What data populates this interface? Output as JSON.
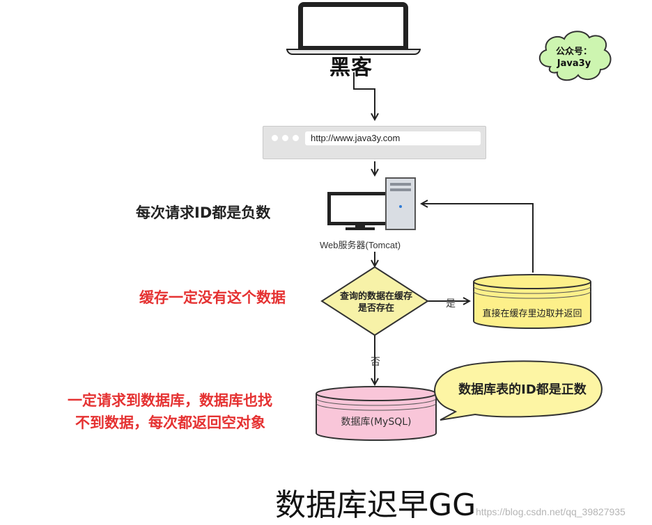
{
  "hacker_label": "黑客",
  "cloud_badge": {
    "line1": "公众号：",
    "line2": "Java3y"
  },
  "browser": {
    "url": "http://www.java3y.com"
  },
  "server": {
    "label": "Web服务器(Tomcat)"
  },
  "notes": {
    "request_ids": "每次请求ID都是负数",
    "cache_miss": "缓存一定没有这个数据",
    "db_line1": "一定请求到数据库，数据库也找",
    "db_line2": "不到数据，每次都返回空对象"
  },
  "decision": {
    "line1": "查询的数据在缓存",
    "line2": "是否存在"
  },
  "branches": {
    "yes": "是",
    "no": "否"
  },
  "cache_node": {
    "label": "直接在缓存里边取并返回"
  },
  "database_node": {
    "label": "数据库(MySQL)"
  },
  "speech_bubble": "数据库表的ID都是正数",
  "footer_title": "数据库迟早GG",
  "watermark": "https://blog.csdn.net/qq_39827935",
  "colors": {
    "cache_fill": "#fdf08a",
    "decision_fill": "#f7f2a8",
    "db_fill": "#f9c6d9",
    "cloud_fill": "#cdf5b0",
    "bubble_fill": "#fdf5a4",
    "red_text": "#e53232"
  }
}
